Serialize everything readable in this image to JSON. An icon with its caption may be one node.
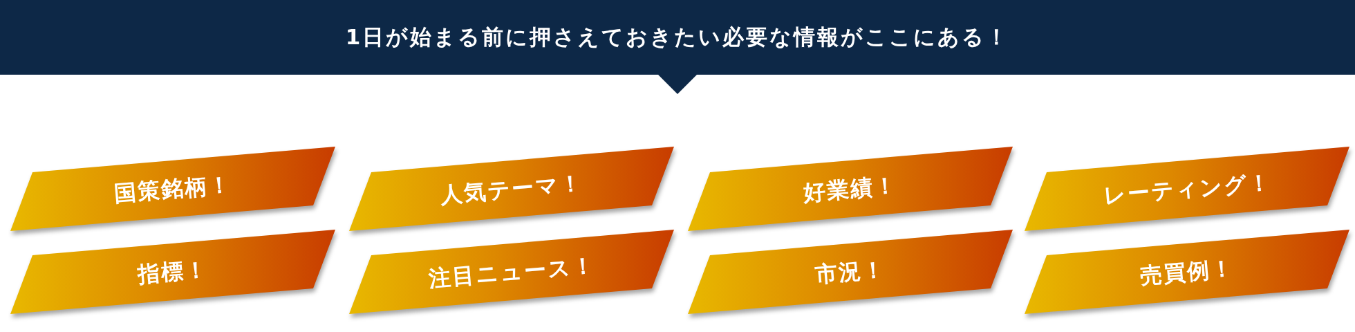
{
  "diagram": {
    "title": "1日が始まる前に押さえておきたい必要な情報がここにある！",
    "nodes": [
      {
        "text": [
          "国策銘柄！"
        ]
      },
      {
        "text": [
          "人気テーマ！"
        ]
      },
      {
        "text": [
          "好業績！"
        ]
      },
      {
        "text": [
          "レーティング！"
        ]
      },
      {
        "text": [
          "指標！"
        ]
      },
      {
        "text": [
          "注目ニュース！"
        ]
      },
      {
        "text": [
          "市況！"
        ]
      },
      {
        "text": [
          "売買例！"
        ]
      }
    ]
  }
}
